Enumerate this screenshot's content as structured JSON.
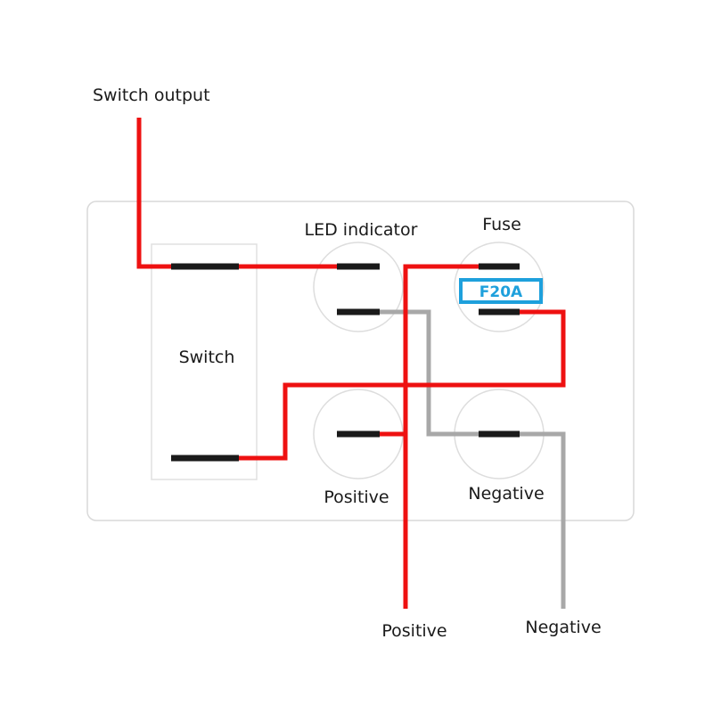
{
  "labels": {
    "switch_output": "Switch output",
    "led_indicator": "LED indicator",
    "fuse": "Fuse",
    "fuse_rating": "F20A",
    "switch": "Switch",
    "positive_terminal": "Positive",
    "negative_terminal": "Negative",
    "positive_lead": "Positive",
    "negative_lead": "Negative"
  },
  "colors": {
    "live_wire": "#ee1111",
    "ground_wire": "#a8a8a8",
    "terminal": "#1a1a1a",
    "fuse_accent": "#1ea0dc",
    "outline": "#d9d9d9"
  }
}
